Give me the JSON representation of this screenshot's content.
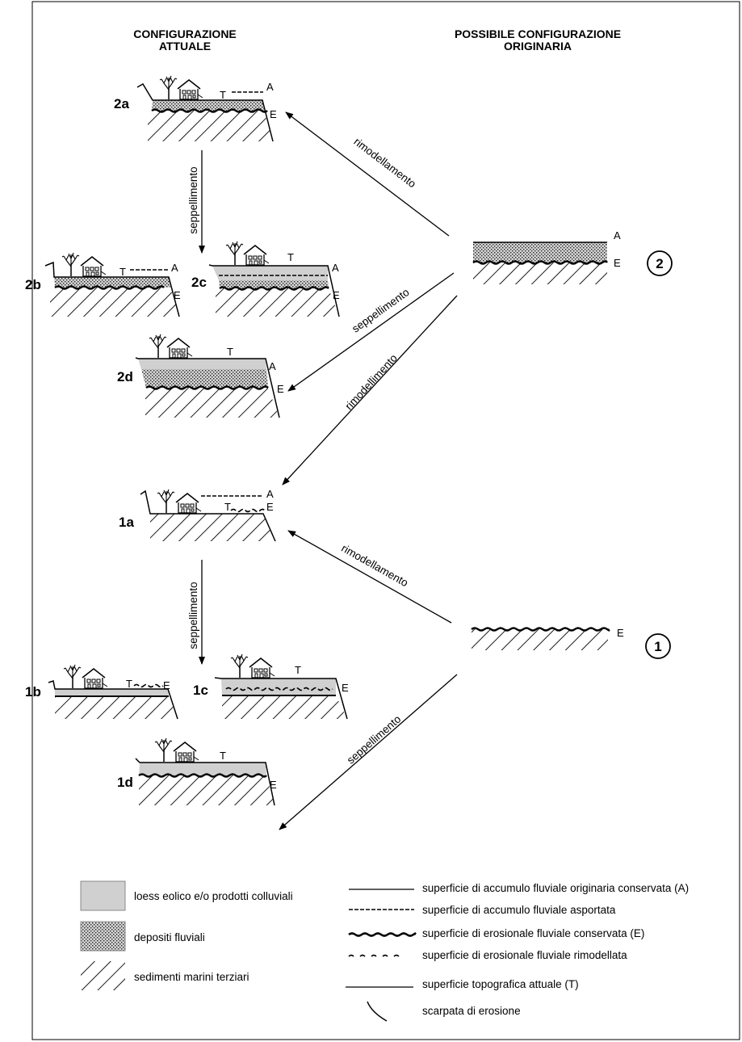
{
  "headers": {
    "left": [
      "CONFIGURAZIONE",
      "ATTUALE"
    ],
    "right": [
      "POSSIBILE CONFIGURAZIONE",
      "ORIGINARIA"
    ]
  },
  "panels": {
    "p2a": "2a",
    "p2b": "2b",
    "p2c": "2c",
    "p2d": "2d",
    "p1a": "1a",
    "p1b": "1b",
    "p1c": "1c",
    "p1d": "1d"
  },
  "origins": {
    "o2": "2",
    "o1": "1"
  },
  "marks": {
    "A": "A",
    "E": "E",
    "T": "T"
  },
  "arrows": {
    "rimodellamento": "rimodellamento",
    "seppellimento": "seppellimento"
  },
  "legend": {
    "left": [
      "loess eolico e/o prodotti colluviali",
      "depositi fluviali",
      "sedimenti marini terziari"
    ],
    "right": [
      "superficie di accumulo fluviale originaria conservata (A)",
      "superficie di accumulo fluviale asportata",
      "superficie di erosionale fluviale conservata (E)",
      "superficie  di erosionale fluviale rimodellata",
      "superficie topografica attuale (T)",
      "scarpata di erosione"
    ]
  }
}
